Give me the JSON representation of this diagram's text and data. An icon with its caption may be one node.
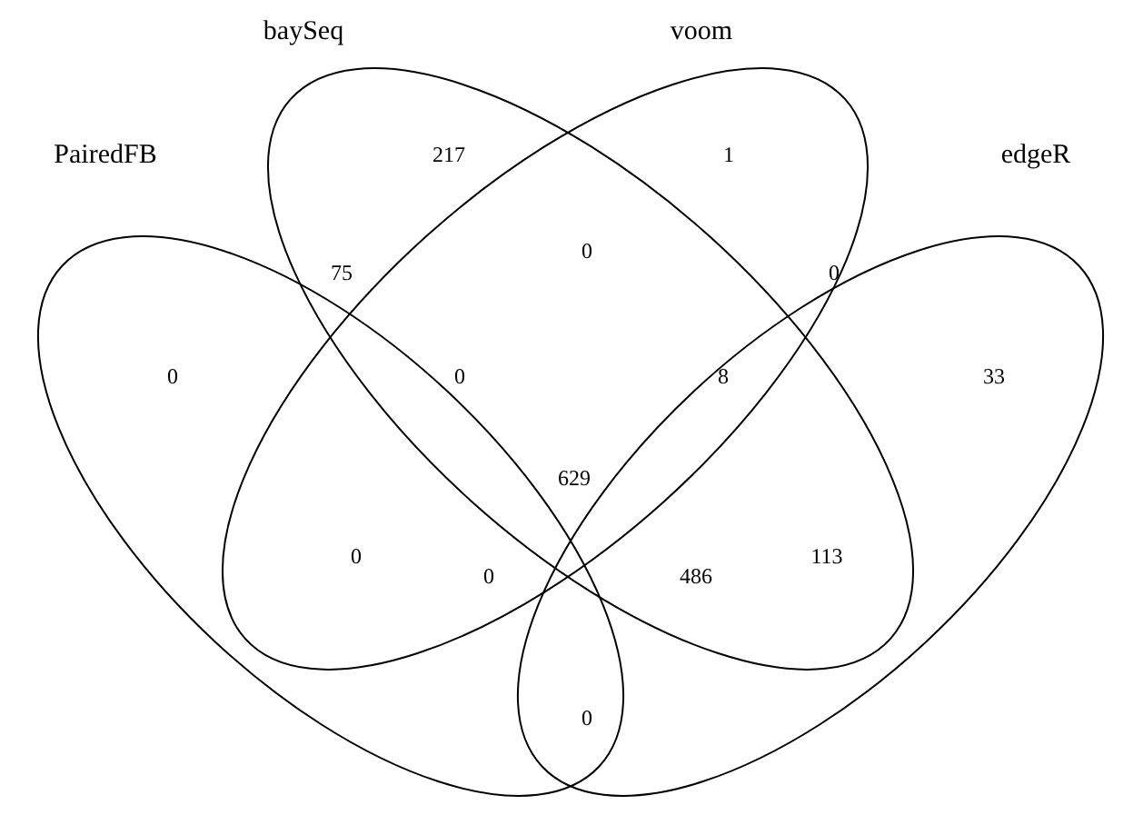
{
  "diagram": {
    "nodes": [
      {
        "text": [
          "PairedFB"
        ]
      },
      {
        "text": [
          "baySeq"
        ]
      },
      {
        "text": [
          "voom"
        ]
      },
      {
        "text": [
          "edgeR"
        ]
      }
    ],
    "labels": [
      "217",
      "1",
      "0",
      "75",
      "0",
      "0",
      "0",
      "8",
      "33",
      "629",
      "0",
      "113",
      "0",
      "486",
      "0"
    ]
  }
}
